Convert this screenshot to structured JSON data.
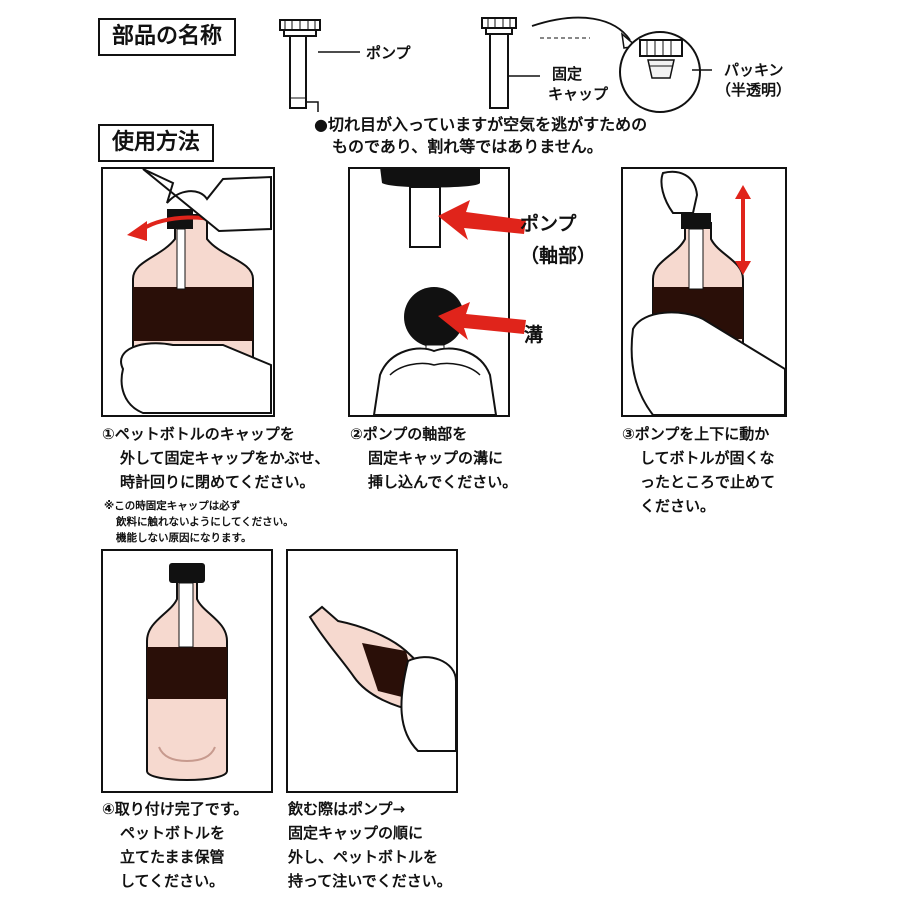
{
  "parts": {
    "title": "部品の名称",
    "pump": "ポンプ",
    "cap_line1": "固定",
    "cap_line2": "キャップ",
    "packing_line1": "パッキン",
    "packing_line2": "（半透明）",
    "note_line1": "●切れ目が入っていますが空気を逃がすための",
    "note_line2": "ものであり、割れ等ではありません。"
  },
  "usage": {
    "title": "使用方法"
  },
  "step2_labels": {
    "pump_line1": "ポンプ",
    "pump_line2": "（軸部）",
    "groove": "溝"
  },
  "steps": [
    {
      "lines": [
        "①ペットボトルのキャップを",
        "外して固定キャップをかぶせ、",
        "時計回りに閉めてください。"
      ]
    },
    {
      "lines": [
        "②ポンプの軸部を",
        "固定キャップの溝に",
        "挿し込んでください。"
      ]
    },
    {
      "lines": [
        "③ポンプを上下に動か",
        "してボトルが固くな",
        "ったところで止めて",
        "ください。"
      ]
    },
    {
      "lines": [
        "④取り付け完了です。",
        "ペットボトルを",
        "立てたまま保管",
        "してください。"
      ]
    },
    {
      "lines": [
        "飲む際はポンプ→",
        "固定キャップの順に",
        "外し、ペットボトルを",
        "持って注いでください。"
      ]
    }
  ],
  "warning": {
    "lines": [
      "※この時固定キャップは必ず",
      "飲料に触れないようにしてください。",
      "機能しない原因になります。"
    ]
  },
  "colors": {
    "arrow_red": "#e0241b",
    "liquid": "#2a0f08",
    "bottle_tint": "#f6d9cf",
    "skin": "#ffffff"
  }
}
